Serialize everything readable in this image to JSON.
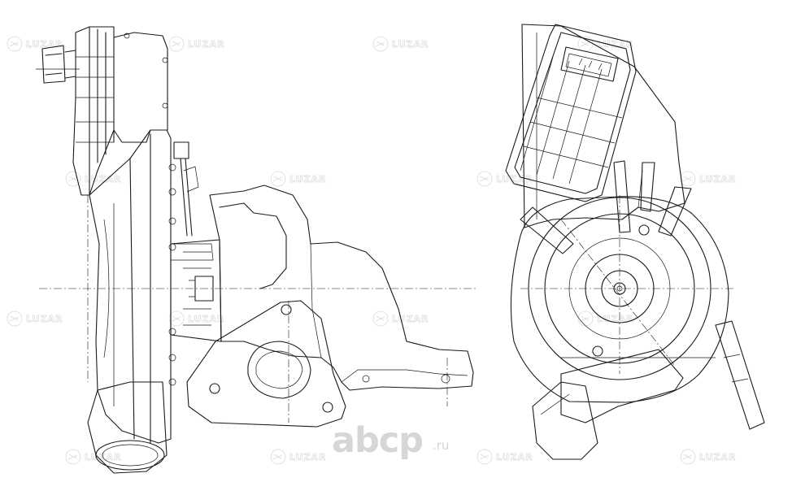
{
  "watermark": {
    "text": "LUZAR"
  },
  "branding": {
    "name": "abcp",
    "suffix": ".ru"
  },
  "views": [
    {
      "id": "side-view",
      "icon": "turbocharger-side-view"
    },
    {
      "id": "front-view",
      "icon": "turbocharger-front-view"
    }
  ]
}
